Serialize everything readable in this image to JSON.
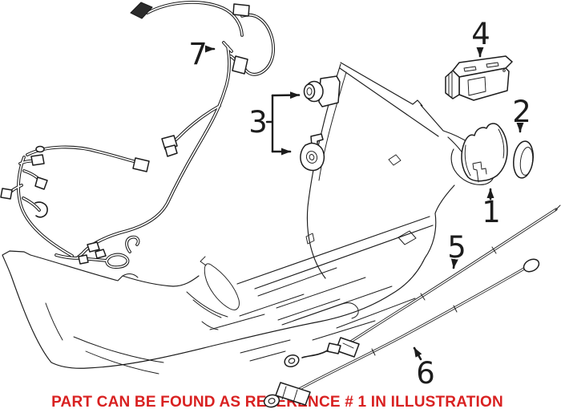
{
  "diagram": {
    "ink": "#1c1c1c",
    "background": "#ffffff"
  },
  "caption": {
    "text": "PART CAN BE FOUND AS REFERENCE # 1 IN ILLUSTRATION",
    "color": "#d92121"
  },
  "callouts": [
    {
      "label": "1"
    },
    {
      "label": "2"
    },
    {
      "label": "3"
    },
    {
      "label": "4"
    },
    {
      "label": "5"
    },
    {
      "label": "6"
    },
    {
      "label": "7"
    }
  ]
}
